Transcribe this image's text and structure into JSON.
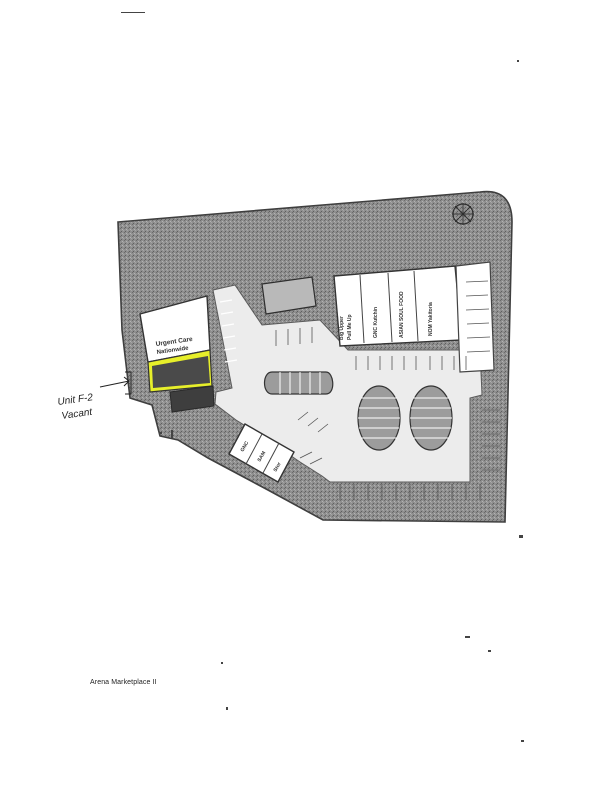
{
  "map": {
    "caption": "Arena Marketplace II",
    "tenants": {
      "urgent_care": [
        "Urgent Care",
        "Nationwide"
      ],
      "big_upper": [
        "Big Upper",
        "Pull Me Up"
      ],
      "gnc_kutchin": "GNC Kutchin",
      "asian_soul_food": "ASIAN SOUL FOOD",
      "nom_yaki": "NOM Yakitoria",
      "chipotle": "GNC",
      "sam": "SAM",
      "stor": "Stor"
    },
    "annotation": {
      "unit": "Unit F-2",
      "status": "Vacant"
    },
    "colors": {
      "lot": "#8d8d8d",
      "building": "#ffffff",
      "highlight": "#e7ef2a",
      "vacant": "#5a5a5a"
    }
  }
}
